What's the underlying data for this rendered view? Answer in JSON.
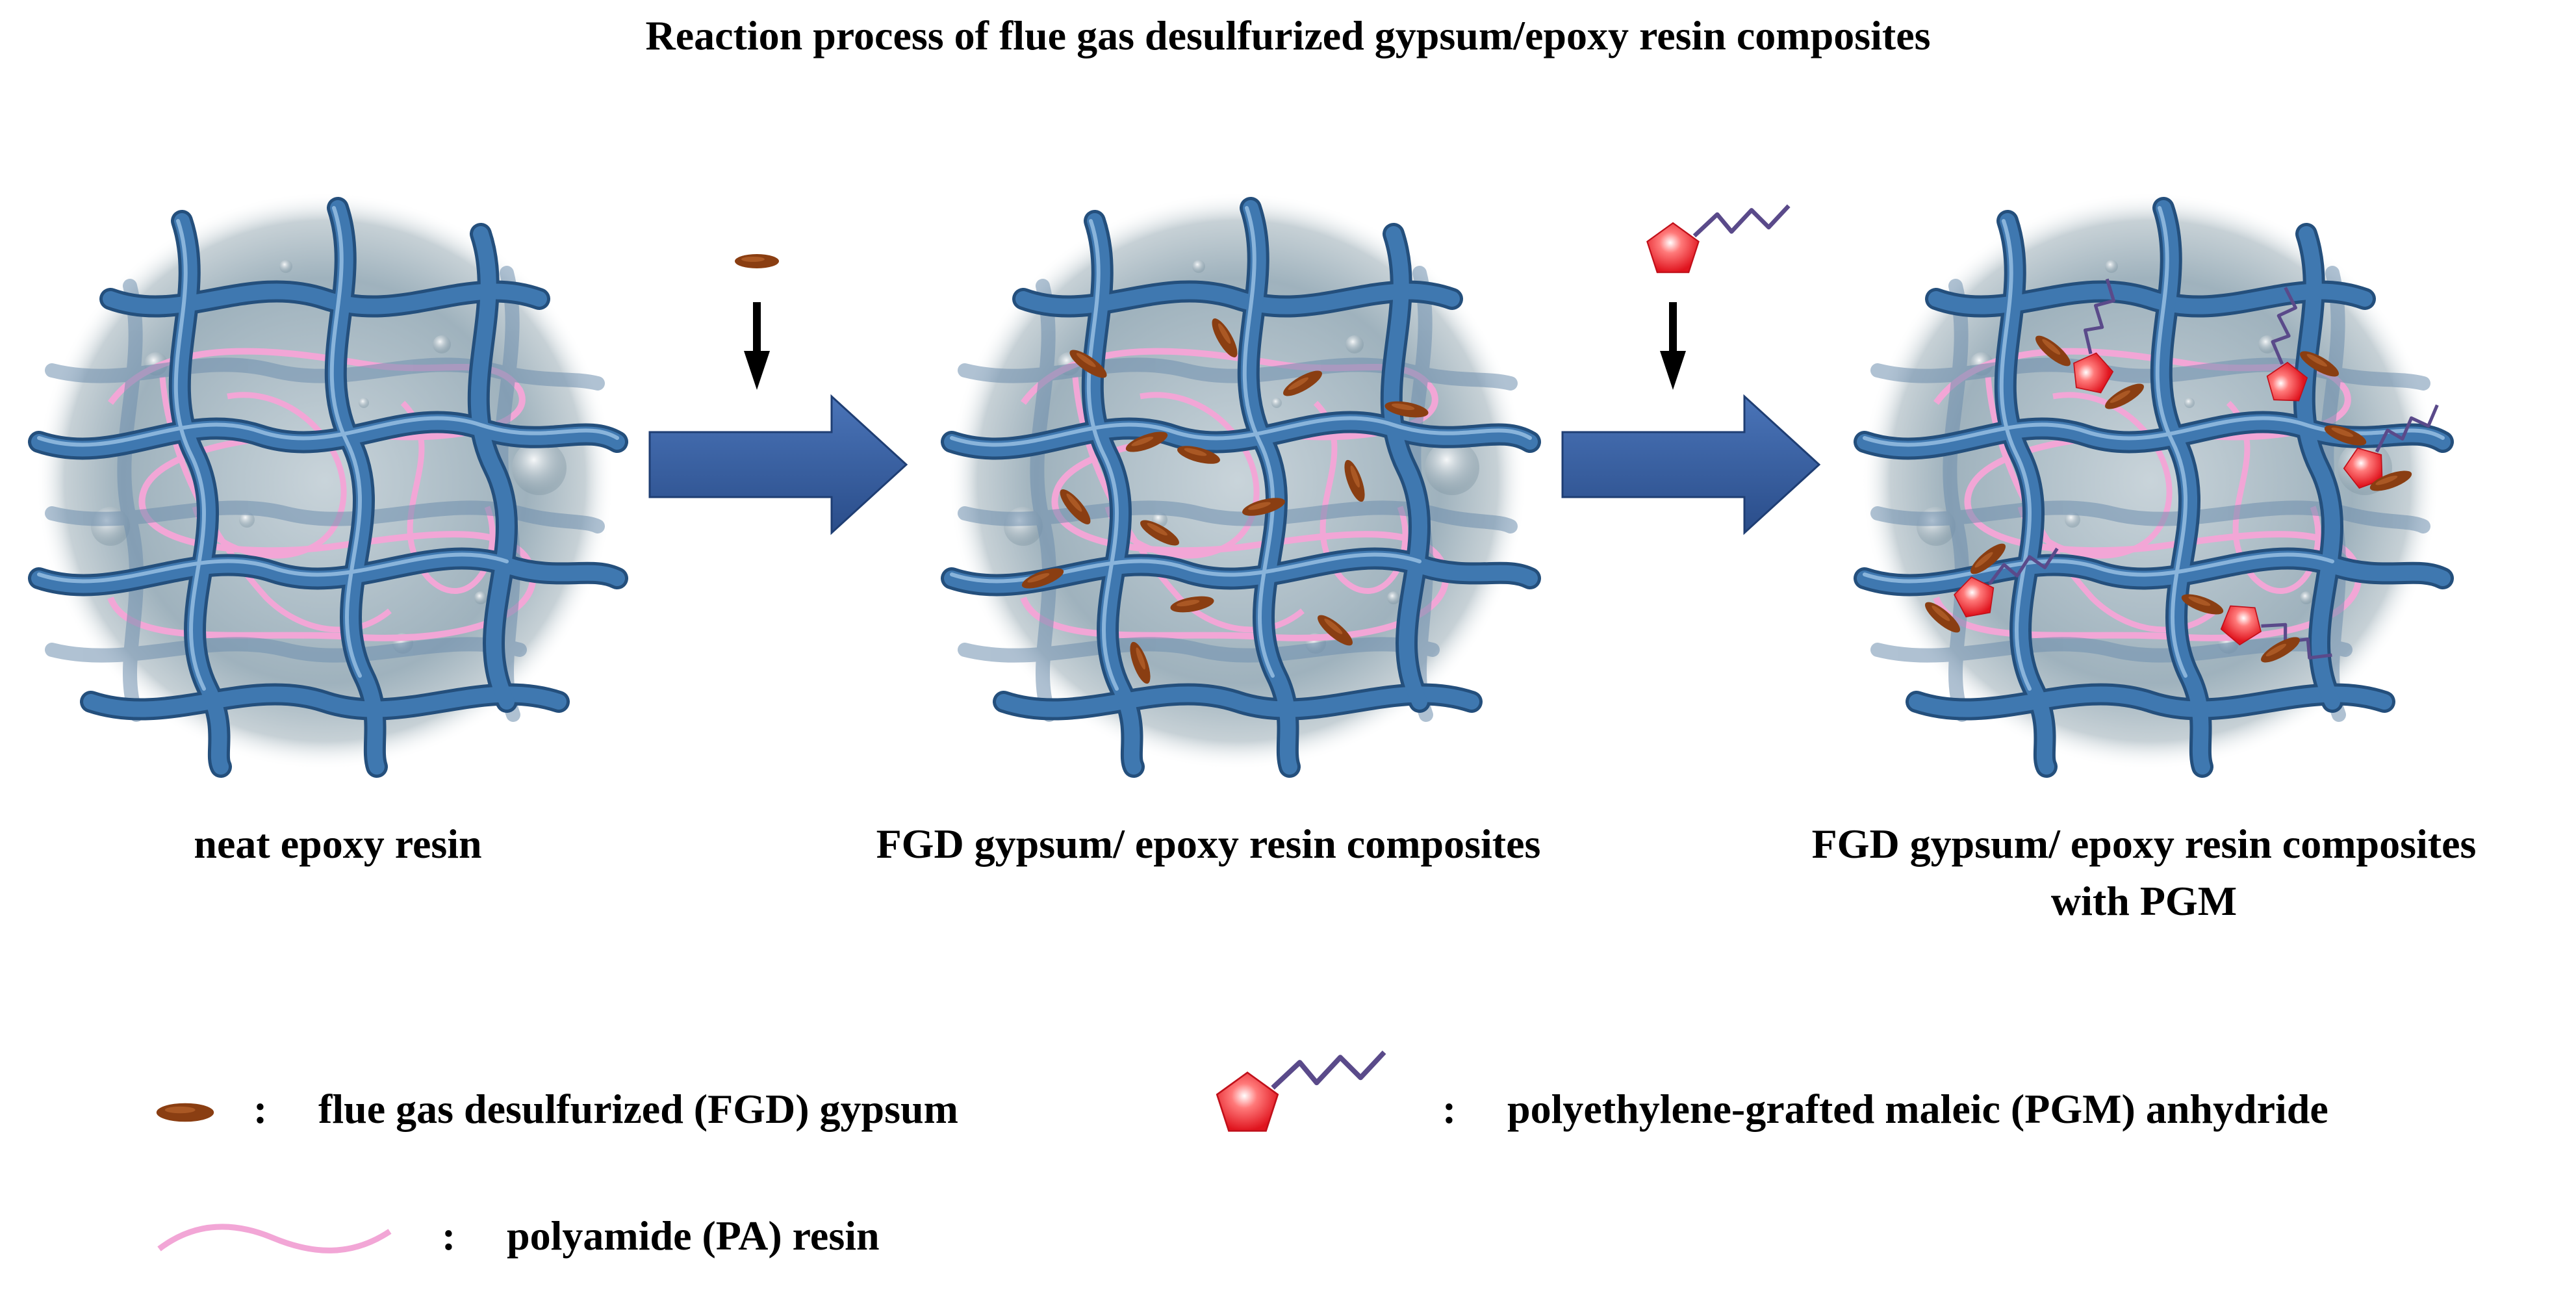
{
  "title": "Reaction process of flue gas desulfurized gypsum/epoxy resin composites",
  "stages": [
    {
      "label": "neat epoxy resin"
    },
    {
      "label": "FGD gypsum/ epoxy resin composites"
    },
    {
      "label_line1": "FGD gypsum/ epoxy resin composites",
      "label_line2": "with PGM"
    }
  ],
  "legend": {
    "separator": ":",
    "gypsum": "flue gas desulfurized (FGD) gypsum",
    "pgm": "polyethylene-grafted maleic (PGM) anhydride",
    "pa": "polyamide (PA) resin"
  },
  "colors": {
    "epoxy_chain": "#3f78b0",
    "epoxy_chain_dark": "#244f7c",
    "polyamide": "#f2a6d6",
    "gypsum": "#8a3e12",
    "pgm_pentagon": "#e8202a",
    "pgm_tail": "#5a4a8a",
    "arrow": "#2f5597",
    "background_sphere": "#9fb2bd"
  }
}
